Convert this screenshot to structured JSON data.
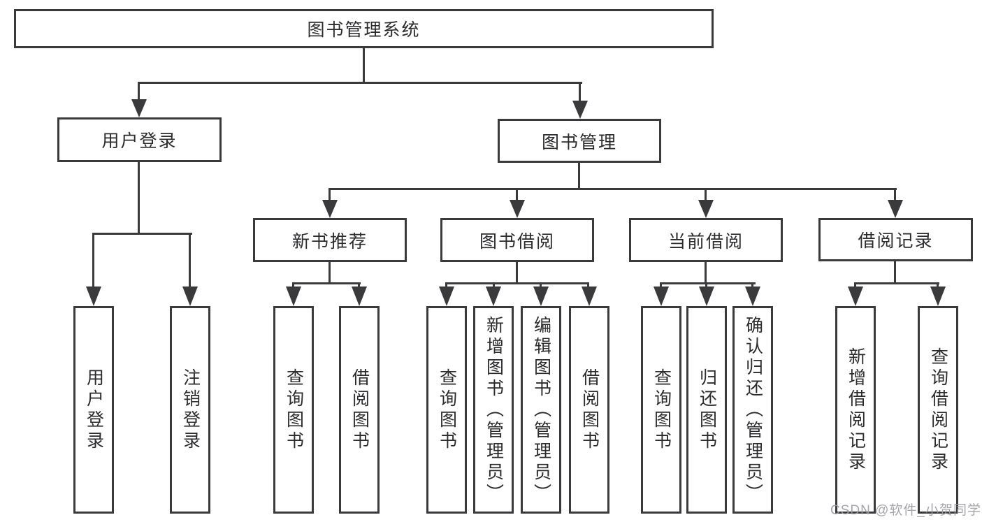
{
  "diagram_type": "hierarchy-flowchart",
  "colors": {
    "line": "#3a3a3c",
    "box_fill": "#ffffff",
    "text": "#2b2b2d",
    "watermark": "#9b9ba0",
    "background": "#ffffff"
  },
  "tree": {
    "label": "图书管理系统",
    "children": [
      {
        "label": "用户登录",
        "children": [
          {
            "label": "用户登录"
          },
          {
            "label": "注销登录"
          }
        ]
      },
      {
        "label": "图书管理",
        "children": [
          {
            "label": "新书推荐",
            "children": [
              {
                "label": "查询图书"
              },
              {
                "label": "借阅图书"
              }
            ]
          },
          {
            "label": "图书借阅",
            "children": [
              {
                "label": "查询图书"
              },
              {
                "label": "新增图书（管理员）"
              },
              {
                "label": "编辑图书（管理员）"
              },
              {
                "label": "借阅图书"
              }
            ]
          },
          {
            "label": "当前借阅",
            "children": [
              {
                "label": "查询图书"
              },
              {
                "label": "归还图书"
              },
              {
                "label": "确认归还（管理员）"
              }
            ]
          },
          {
            "label": "借阅记录",
            "children": [
              {
                "label": "新增借阅记录"
              },
              {
                "label": "查询借阅记录"
              }
            ]
          }
        ]
      }
    ]
  },
  "watermark": {
    "text": "CSDN @软件_小贺同学"
  }
}
